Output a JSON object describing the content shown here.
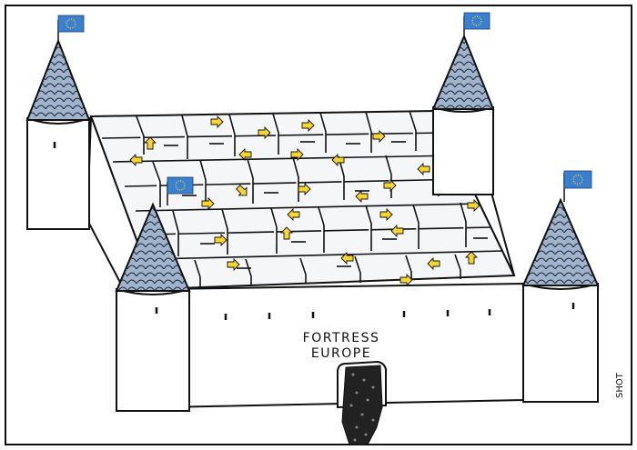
{
  "caption": {
    "line1": "FORTRESS",
    "line2": "EUROPE"
  },
  "signature": "SHOT",
  "colors": {
    "flag_blue": "#3a7fd0",
    "flag_stars": "#f3d21e",
    "roof_blue": "#9fb4cc",
    "arrow_yellow": "#f6d531",
    "ink": "#111111"
  }
}
